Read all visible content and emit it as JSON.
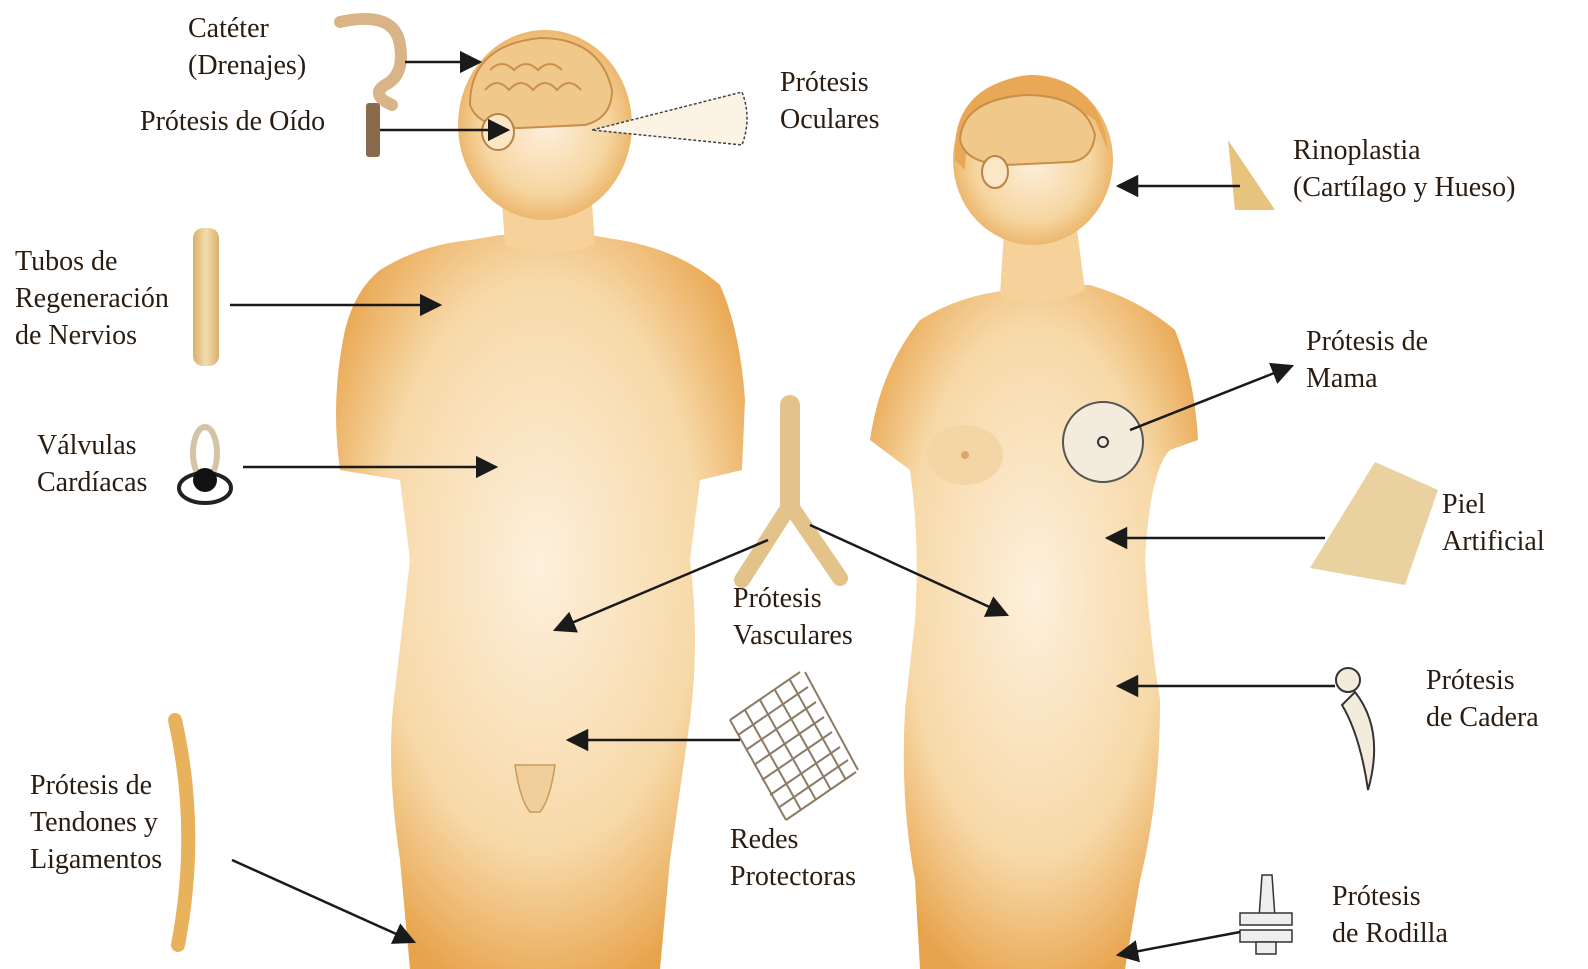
{
  "labels": {
    "cateter": {
      "line1": "Catéter",
      "line2": "(Drenajes)"
    },
    "protesis_oido": {
      "line1": "Prótesis de Oído"
    },
    "protesis_oculares": {
      "line1": "Prótesis",
      "line2": "Oculares"
    },
    "rinoplastia": {
      "line1": "Rinoplastia",
      "line2": "(Cartílago y Hueso)"
    },
    "tubos_nervios": {
      "line1": "Tubos de",
      "line2": "Regeneración",
      "line3": "de Nervios"
    },
    "protesis_mama": {
      "line1": "Prótesis de",
      "line2": "Mama"
    },
    "valvulas": {
      "line1": "Válvulas",
      "line2": "Cardíacas"
    },
    "piel": {
      "line1": "Piel",
      "line2": "Artificial"
    },
    "vasculares": {
      "line1": "Prótesis",
      "line2": "Vasculares"
    },
    "cadera": {
      "line1": "Prótesis",
      "line2": "de Cadera"
    },
    "tendones": {
      "line1": "Prótesis de",
      "line2": "Tendones y",
      "line3": "Ligamentos"
    },
    "redes": {
      "line1": "Redes",
      "line2": "Protectoras"
    },
    "rodilla": {
      "line1": "Prótesis",
      "line2": "de Rodilla"
    }
  },
  "colors": {
    "skin": "#efb866",
    "skin_light": "#fbe6c6",
    "implant": "#e7c98e",
    "text": "#2a1c10",
    "arrow": "#1a1a1a"
  }
}
